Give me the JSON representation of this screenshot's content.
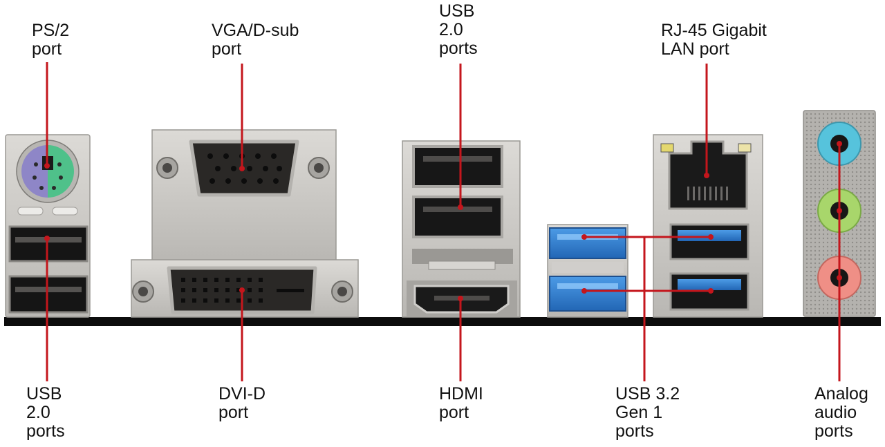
{
  "labels": {
    "ps2": "PS/2\nport",
    "vga": "VGA/D-sub\nport",
    "usb2_top": "USB\n2.0\nports",
    "rj45": "RJ-45 Gigabit\nLAN port",
    "usb2_bottom": "USB\n2.0\nports",
    "dvi": "DVI-D\nport",
    "hdmi": "HDMI\nport",
    "usb32": "USB 3.2\nGen 1\nports",
    "audio": "Analog\naudio\nports"
  },
  "colors": {
    "leader_line": "#c4161c",
    "metal": "#c9c7c3",
    "metal_dark": "#8d8b87",
    "port_black": "#1b1b1b",
    "usb3_blue": "#2f7fd0",
    "ps2_purple": "#8e86c7",
    "ps2_green": "#4fc18a",
    "audio_blue": "#56c3dc",
    "audio_green": "#a8d66b",
    "audio_pink": "#ef8f86",
    "board_edge": "#0d0d0d"
  }
}
